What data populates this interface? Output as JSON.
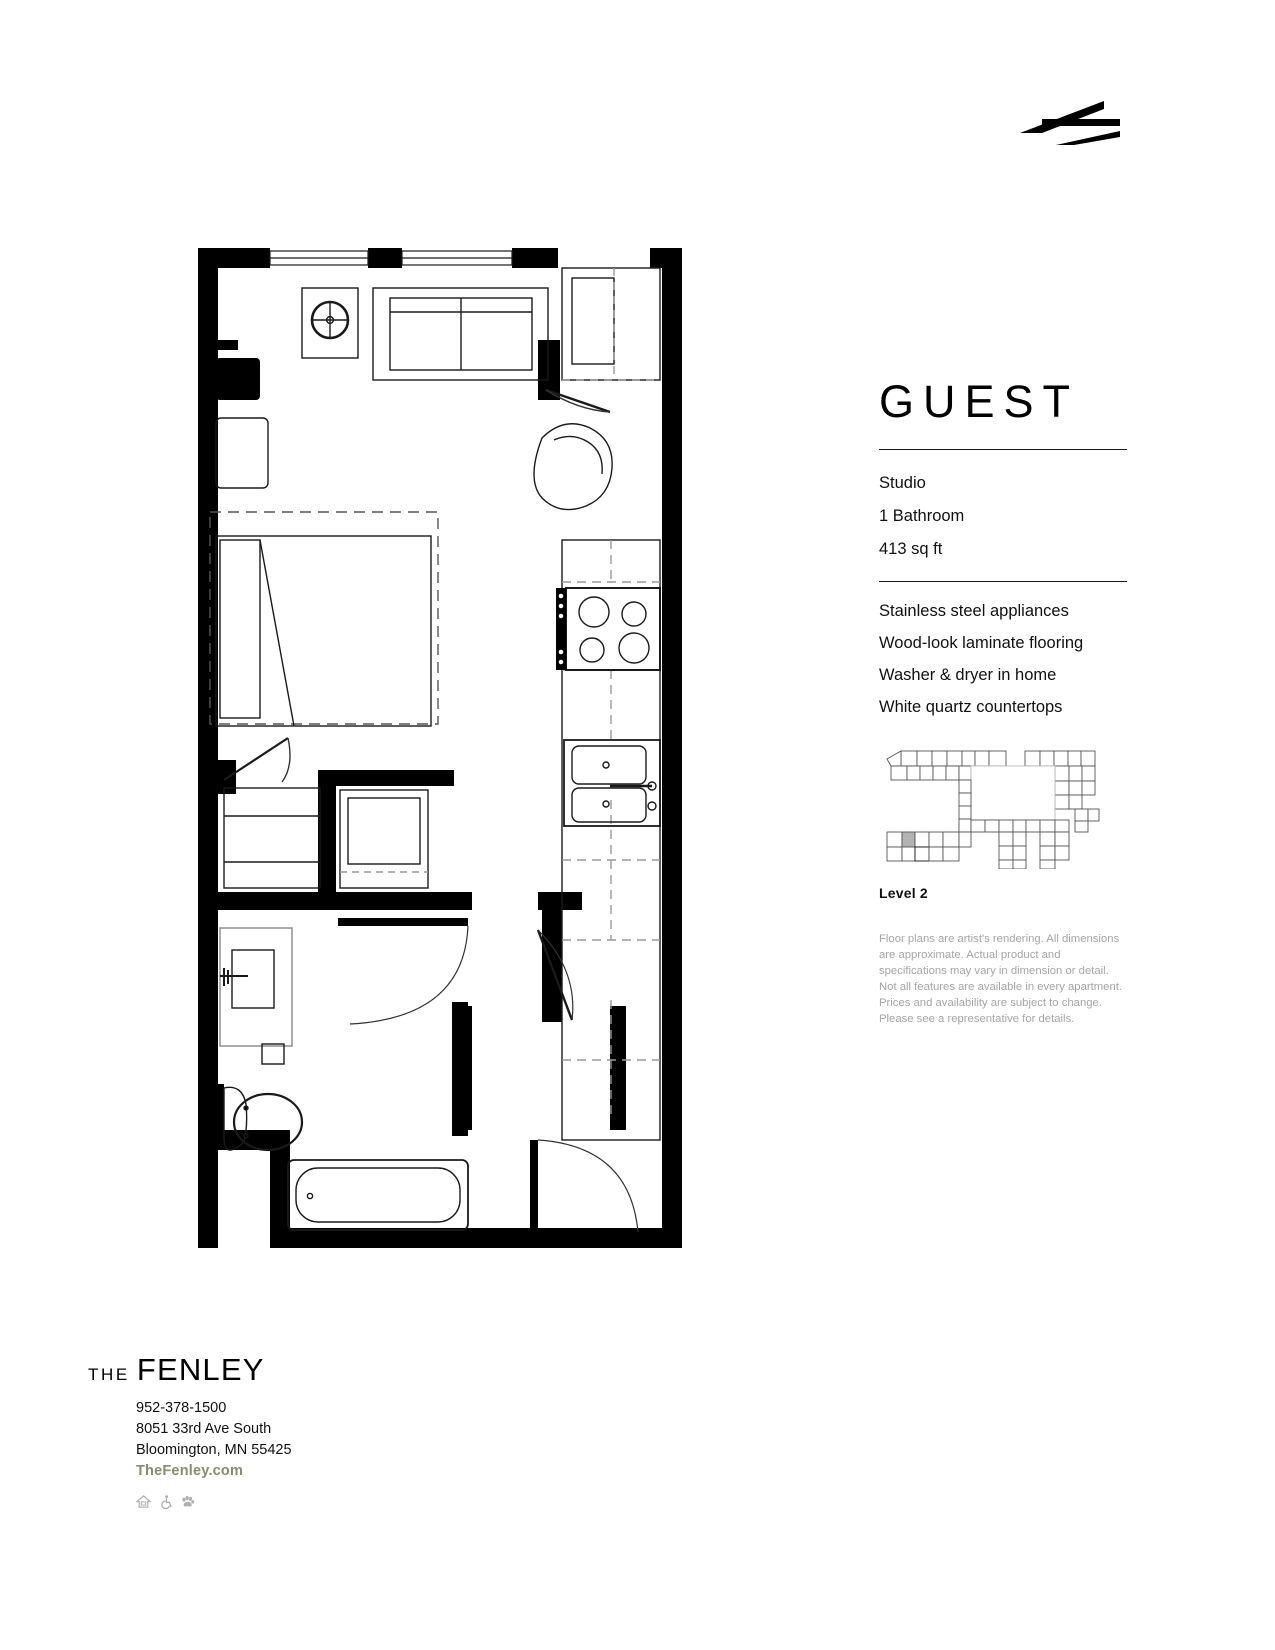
{
  "document": {
    "type": "apartment-floor-plan-sheet",
    "background_color": "#ffffff"
  },
  "brand_mark": {
    "name": "fenley-logo-mark",
    "description": "abstract angled bars mark",
    "color": "#000000"
  },
  "unit": {
    "name": "GUEST",
    "specs": [
      "Studio",
      "1 Bathroom",
      "413 sq ft"
    ],
    "features": [
      "Stainless steel appliances",
      "Wood-look laminate flooring",
      "Washer & dryer in home",
      "White quartz countertops"
    ]
  },
  "keyplan": {
    "level_label": "Level 2",
    "highlight_color": "#b3b3b3",
    "outline_color": "#333333"
  },
  "disclaimer": {
    "text": "Floor plans are artist's rendering. All dimensions are approximate. Actual product and specifications may vary in dimension or detail. Not all features are available in every apartment. Prices and availability are subject to change. Please see a representative for details.",
    "color": "#a6a6a6"
  },
  "footer": {
    "logo_the": "THE",
    "logo_name": "FENLEY",
    "phone": "952-378-1500",
    "address_line1": "8051 33rd Ave South",
    "address_line2": "Bloomington, MN 55425",
    "website": "TheFenley.com",
    "website_color": "#8a8c6e",
    "icons": [
      "equal-housing-opportunity-icon",
      "accessibility-wheelchair-icon",
      "pet-friendly-paw-icon"
    ],
    "icon_color": "#b0b0b0"
  },
  "floorplan": {
    "wall_color": "#000000",
    "line_color": "#1a1a1a",
    "rooms": [
      "living-sleeping-area",
      "kitchen",
      "bathroom",
      "entry-hall",
      "closet",
      "laundry"
    ],
    "fixtures": [
      "sofa",
      "round-side-table",
      "armchair",
      "bed",
      "nightstand",
      "accent-chair",
      "range-4-burner",
      "double-basin-sink",
      "refrigerator",
      "washer-dryer-stack",
      "vanity-sink",
      "toilet",
      "bathtub",
      "entry-door",
      "bathroom-door",
      "closet-door",
      "windows"
    ]
  }
}
